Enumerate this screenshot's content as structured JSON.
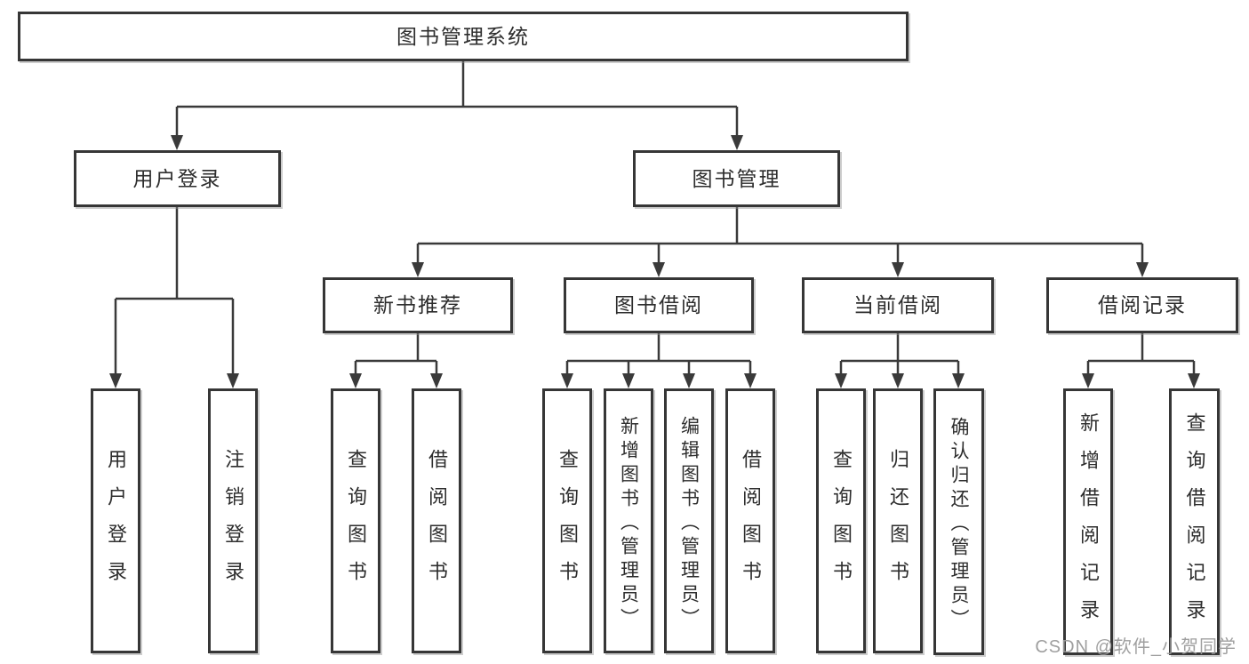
{
  "diagram": {
    "type": "hierarchy-tree",
    "tree": {
      "label": "图书管理系统",
      "children": [
        {
          "label": "用户登录",
          "children": [
            {
              "label": "用户登录"
            },
            {
              "label": "注销登录"
            }
          ]
        },
        {
          "label": "图书管理",
          "children": [
            {
              "label": "新书推荐",
              "children": [
                {
                  "label": "查询图书"
                },
                {
                  "label": "借阅图书"
                }
              ]
            },
            {
              "label": "图书借阅",
              "children": [
                {
                  "label": "查询图书"
                },
                {
                  "label": "新增图书（管理员）"
                },
                {
                  "label": "编辑图书（管理员）"
                },
                {
                  "label": "借阅图书"
                }
              ]
            },
            {
              "label": "当前借阅",
              "children": [
                {
                  "label": "查询图书"
                },
                {
                  "label": "归还图书"
                },
                {
                  "label": "确认归还（管理员）"
                }
              ]
            },
            {
              "label": "借阅记录",
              "children": [
                {
                  "label": "新增借阅记录"
                },
                {
                  "label": "查询借阅记录"
                }
              ]
            }
          ]
        }
      ]
    }
  },
  "watermark": {
    "text": "CSDN @软件_小贺同学"
  },
  "colors": {
    "line": "#3a3a3a",
    "border": "#363636",
    "text": "#2d2d2d",
    "watermark": "#9a9a9a",
    "background": "#ffffff"
  }
}
